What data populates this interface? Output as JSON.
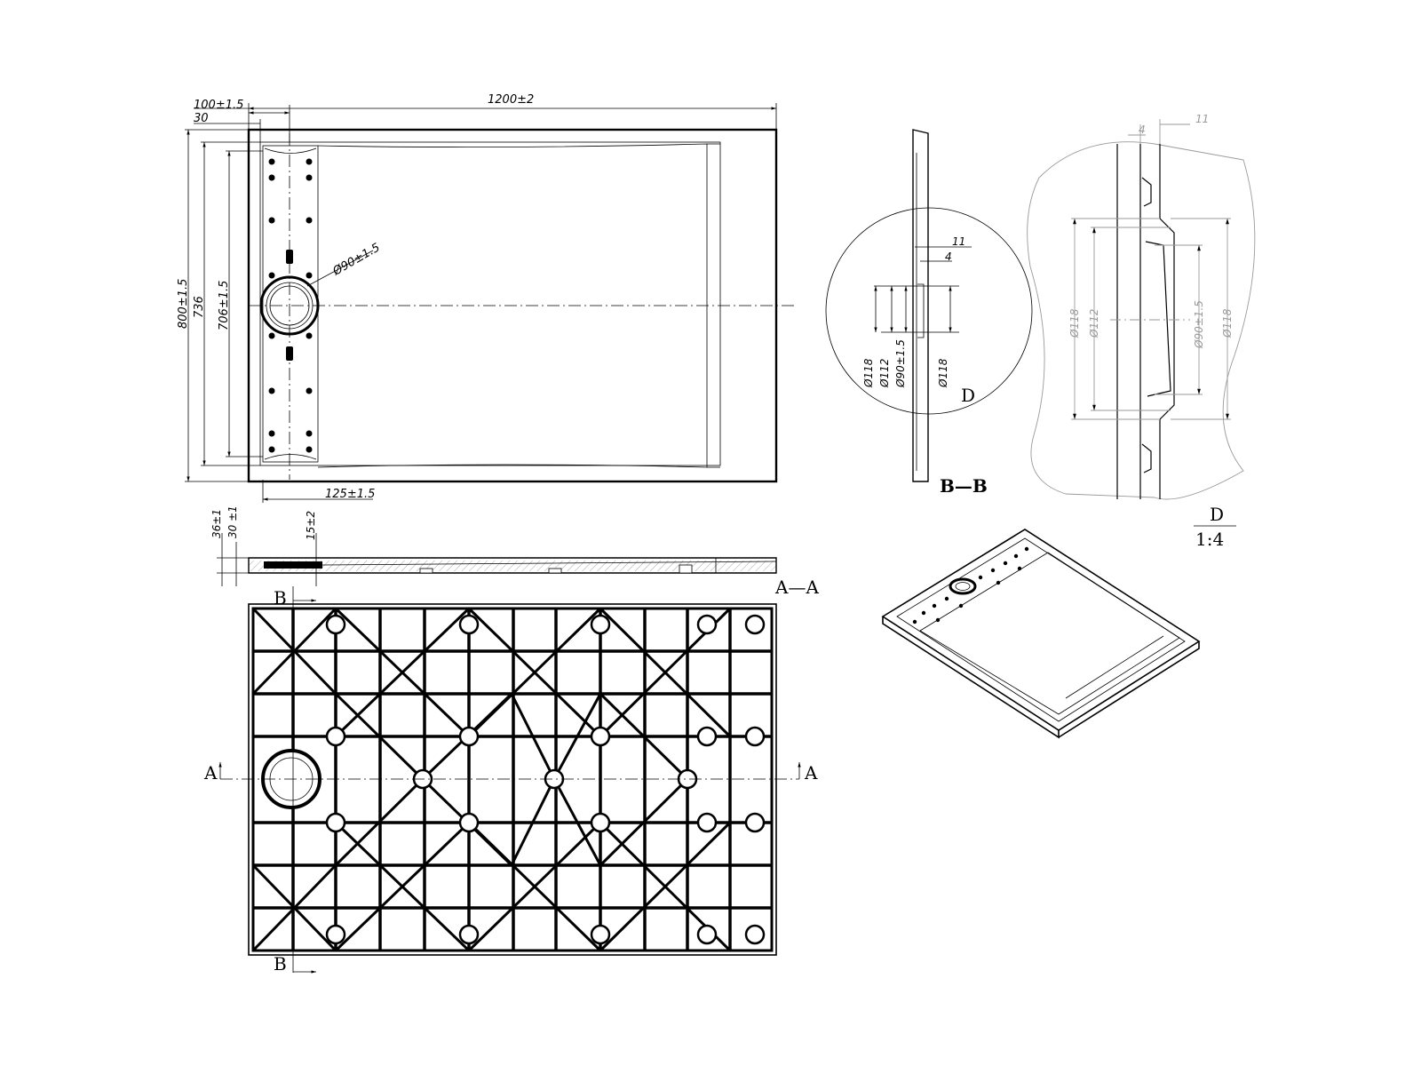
{
  "plan_view": {
    "dim_width": "1200±2",
    "dim_offset_1": "100±1.5",
    "dim_offset_2": "30",
    "dim_height": "800±1.5",
    "dim_inner_1": "736",
    "dim_inner_2": "706±1.5",
    "dim_drain": "Ø90±1.5",
    "dim_drain_pos": "125±1.5"
  },
  "side_view": {
    "dim_1": "36±1",
    "dim_2": "30 ±1",
    "dim_3": "15±2",
    "section_label": "A—A"
  },
  "bottom_view": {
    "marker_b": "B",
    "marker_a": "A"
  },
  "section_bb": {
    "title": "B—B",
    "dim_11": "11",
    "dim_4": "4",
    "dim_118_left": "Ø118",
    "dim_112": "Ø112",
    "dim_90": "Ø90±1.5",
    "dim_118_right": "Ø118",
    "detail_marker": "D"
  },
  "detail_d": {
    "dim_4": "4",
    "dim_11": "11",
    "dim_118_left": "Ø118",
    "dim_112": "Ø112",
    "dim_90": "Ø90±1.5",
    "dim_118_right": "Ø118",
    "title": "D",
    "scale": "1:4"
  }
}
